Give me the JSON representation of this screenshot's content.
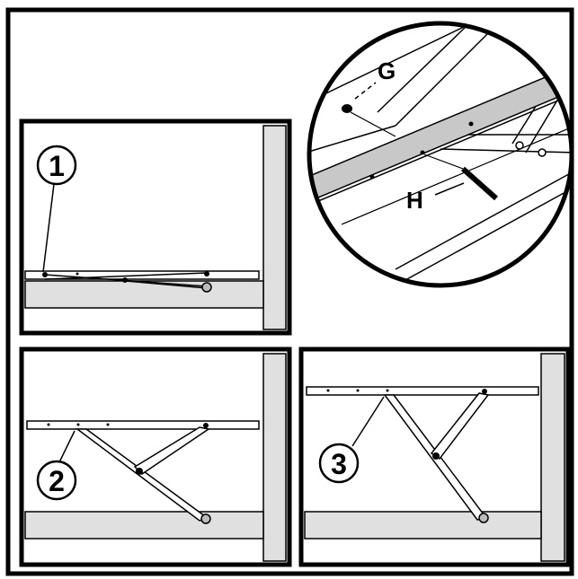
{
  "figure": {
    "panels": [
      {
        "step_label": "1",
        "state": "folded"
      },
      {
        "step_label": "2",
        "state": "partially-raised"
      },
      {
        "step_label": "3",
        "state": "raised"
      }
    ],
    "detail_view": {
      "part_labels": [
        "G",
        "H"
      ]
    }
  }
}
